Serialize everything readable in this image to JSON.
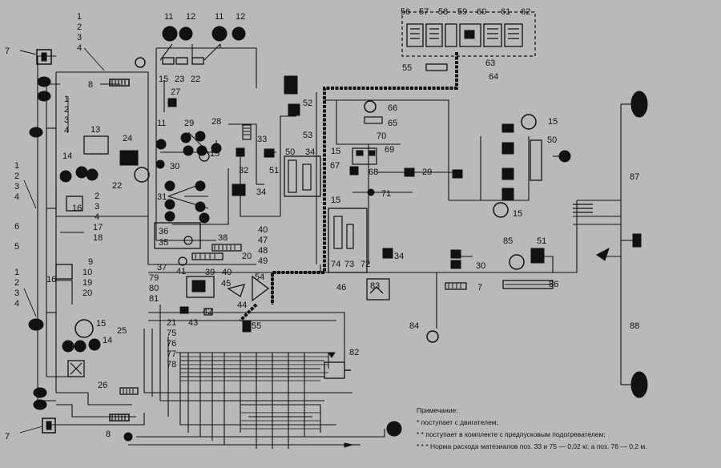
{
  "callouts": [
    {
      "id": "c1",
      "text": "1"
    },
    {
      "id": "c2",
      "text": "2"
    },
    {
      "id": "c3",
      "text": "3"
    },
    {
      "id": "c4",
      "text": "4"
    },
    {
      "id": "c5",
      "text": "7"
    },
    {
      "id": "c6",
      "text": "8"
    },
    {
      "id": "c7",
      "text": "11"
    },
    {
      "id": "c8",
      "text": "12"
    },
    {
      "id": "c9",
      "text": "11"
    },
    {
      "id": "c10",
      "text": "12"
    },
    {
      "id": "c11",
      "text": "15"
    },
    {
      "id": "c12",
      "text": "23"
    },
    {
      "id": "c13",
      "text": "22"
    },
    {
      "id": "c14",
      "text": "27"
    },
    {
      "id": "c15",
      "text": "1"
    },
    {
      "id": "c16",
      "text": "2"
    },
    {
      "id": "c17",
      "text": "3"
    },
    {
      "id": "c18",
      "text": "4"
    },
    {
      "id": "c19",
      "text": "13"
    },
    {
      "id": "c20",
      "text": "24"
    },
    {
      "id": "c21",
      "text": "11"
    },
    {
      "id": "c22",
      "text": "29"
    },
    {
      "id": "c23",
      "text": "28"
    },
    {
      "id": "c24",
      "text": "15"
    },
    {
      "id": "c25",
      "text": "14"
    },
    {
      "id": "c26",
      "text": "30"
    },
    {
      "id": "c27",
      "text": "22"
    },
    {
      "id": "c28",
      "text": "1"
    },
    {
      "id": "c29",
      "text": "2"
    },
    {
      "id": "c30",
      "text": "3"
    },
    {
      "id": "c31",
      "text": "4"
    },
    {
      "id": "c32",
      "text": "31"
    },
    {
      "id": "c33",
      "text": "16"
    },
    {
      "id": "c34",
      "text": "2"
    },
    {
      "id": "c35",
      "text": "3"
    },
    {
      "id": "c36",
      "text": "4"
    },
    {
      "id": "c37",
      "text": "17"
    },
    {
      "id": "c38",
      "text": "18"
    },
    {
      "id": "c39",
      "text": "6"
    },
    {
      "id": "c40",
      "text": "5"
    },
    {
      "id": "c41",
      "text": "36"
    },
    {
      "id": "c42",
      "text": "35"
    },
    {
      "id": "c43",
      "text": "9"
    },
    {
      "id": "c44",
      "text": "10"
    },
    {
      "id": "c45",
      "text": "19"
    },
    {
      "id": "c46",
      "text": "20"
    },
    {
      "id": "c47",
      "text": "16"
    },
    {
      "id": "c48",
      "text": "1"
    },
    {
      "id": "c49",
      "text": "2"
    },
    {
      "id": "c50",
      "text": "3"
    },
    {
      "id": "c51",
      "text": "4"
    },
    {
      "id": "c52",
      "text": "15"
    },
    {
      "id": "c53",
      "text": "14"
    },
    {
      "id": "c54",
      "text": "52"
    },
    {
      "id": "c55",
      "text": "53"
    },
    {
      "id": "c56",
      "text": "33"
    },
    {
      "id": "c57",
      "text": "32"
    },
    {
      "id": "c58",
      "text": "51"
    },
    {
      "id": "c59",
      "text": "50"
    },
    {
      "id": "c60",
      "text": "34"
    },
    {
      "id": "c61",
      "text": "34"
    },
    {
      "id": "c62",
      "text": "38"
    },
    {
      "id": "c63",
      "text": "20"
    },
    {
      "id": "c64",
      "text": "37"
    },
    {
      "id": "c65",
      "text": "41"
    },
    {
      "id": "c66",
      "text": "39"
    },
    {
      "id": "c67",
      "text": "40"
    },
    {
      "id": "c68",
      "text": "79"
    },
    {
      "id": "c69",
      "text": "80"
    },
    {
      "id": "c70",
      "text": "81"
    },
    {
      "id": "c71",
      "text": "45"
    },
    {
      "id": "c72",
      "text": "40"
    },
    {
      "id": "c73",
      "text": "47"
    },
    {
      "id": "c74",
      "text": "48"
    },
    {
      "id": "c75",
      "text": "49"
    },
    {
      "id": "c76",
      "text": "54"
    },
    {
      "id": "c77",
      "text": "44"
    },
    {
      "id": "c78",
      "text": "42"
    },
    {
      "id": "c79",
      "text": "43"
    },
    {
      "id": "c80",
      "text": "55"
    },
    {
      "id": "c81",
      "text": "25"
    },
    {
      "id": "c82",
      "text": "21"
    },
    {
      "id": "c83",
      "text": "75"
    },
    {
      "id": "c84",
      "text": "76"
    },
    {
      "id": "c85",
      "text": "77"
    },
    {
      "id": "c86",
      "text": "78"
    },
    {
      "id": "c87",
      "text": "26"
    },
    {
      "id": "c88",
      "text": "7"
    },
    {
      "id": "c89",
      "text": "8"
    },
    {
      "id": "c90",
      "text": "56"
    },
    {
      "id": "c91",
      "text": "57"
    },
    {
      "id": "c92",
      "text": "58"
    },
    {
      "id": "c93",
      "text": "59"
    },
    {
      "id": "c94",
      "text": "60"
    },
    {
      "id": "c95",
      "text": "61"
    },
    {
      "id": "c96",
      "text": "62"
    },
    {
      "id": "c97",
      "text": "63"
    },
    {
      "id": "c98",
      "text": "64"
    },
    {
      "id": "c99",
      "text": "55"
    },
    {
      "id": "c100",
      "text": "66"
    },
    {
      "id": "c101",
      "text": "65"
    },
    {
      "id": "c102",
      "text": "70"
    },
    {
      "id": "c103",
      "text": "15"
    },
    {
      "id": "c104",
      "text": "69"
    },
    {
      "id": "c105",
      "text": "67"
    },
    {
      "id": "c106",
      "text": "68"
    },
    {
      "id": "c107",
      "text": "29"
    },
    {
      "id": "c108",
      "text": "71"
    },
    {
      "id": "c109",
      "text": "15"
    },
    {
      "id": "c110",
      "text": "74"
    },
    {
      "id": "c111",
      "text": "73"
    },
    {
      "id": "c112",
      "text": "72"
    },
    {
      "id": "c113",
      "text": "34"
    },
    {
      "id": "c114",
      "text": "46"
    },
    {
      "id": "c115",
      "text": "83"
    },
    {
      "id": "c116",
      "text": "82"
    },
    {
      "id": "c117",
      "text": "84"
    },
    {
      "id": "c118",
      "text": "30"
    },
    {
      "id": "c119",
      "text": "7"
    },
    {
      "id": "c120",
      "text": "15"
    },
    {
      "id": "c121",
      "text": "50"
    },
    {
      "id": "c122",
      "text": "15"
    },
    {
      "id": "c123",
      "text": "85"
    },
    {
      "id": "c124",
      "text": "51"
    },
    {
      "id": "c125",
      "text": "86"
    },
    {
      "id": "c126",
      "text": "87"
    },
    {
      "id": "c127",
      "text": "88"
    }
  ],
  "note": {
    "title": "Примечание:",
    "line1": "* поступает с двигателем;",
    "line2": "* * поступает в комплекте с предпусковым подогревателем;",
    "line3": "* * * Норма расхода матезиалов поз. 33 и 75 — 0,02 кг, а поз. 76 — 0,2 м."
  }
}
